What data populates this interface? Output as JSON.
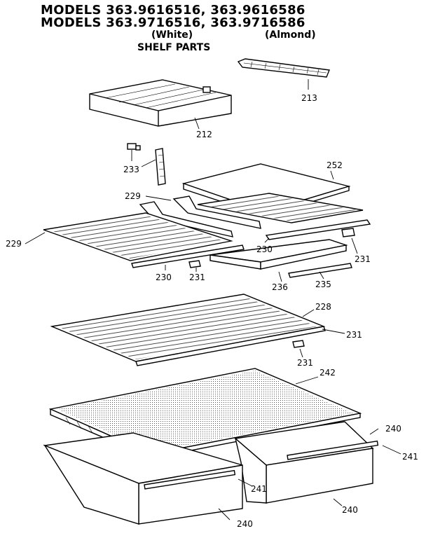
{
  "header": {
    "line1": "MODELS 363.9616516, 363.9616586",
    "line2": "MODELS 363.9716516, 363.9716586",
    "white": "(White)",
    "almond": "(Almond)",
    "title": "SHELF PARTS"
  },
  "callouts": {
    "c213": "213",
    "c212": "212",
    "c233": "233",
    "c252": "252",
    "c229a": "229",
    "c229b": "229",
    "c230a": "230",
    "c230b": "230",
    "c231a": "231",
    "c231b": "231",
    "c231c": "231",
    "c231d": "231",
    "c236": "236",
    "c235": "235",
    "c228": "228",
    "c242": "242",
    "c240a": "240",
    "c240b": "240",
    "c240c": "240",
    "c241a": "241",
    "c241b": "241"
  }
}
